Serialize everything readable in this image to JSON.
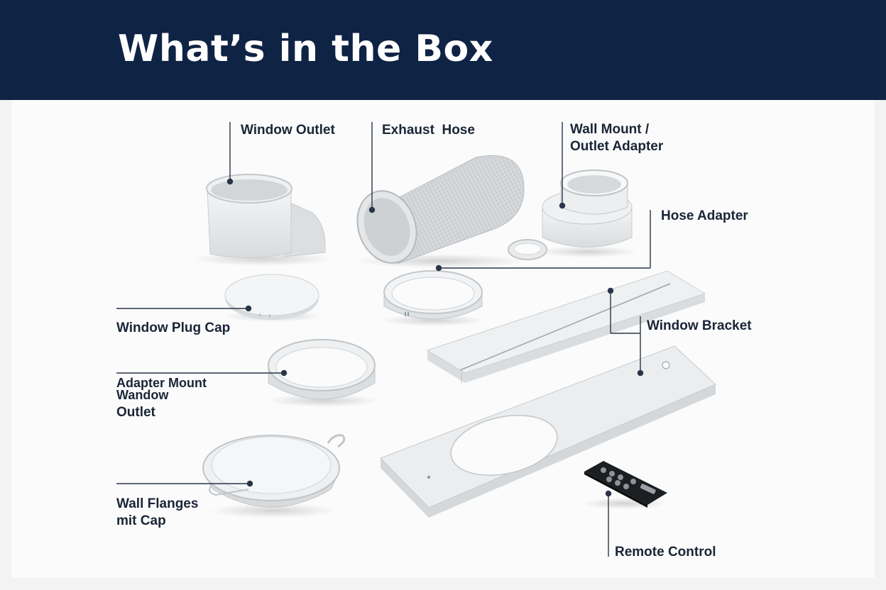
{
  "header": {
    "title": "What’s in the Box"
  },
  "labels": {
    "window_outlet": "Window Outlet",
    "exhaust_hose": "Exhaust  Hose",
    "wall_mount_line1": "Wall Mount /",
    "wall_mount_line2": "Outlet Adapter",
    "hose_adapter": "Hose Adapter",
    "window_plug_cap": "Window Plug Cap",
    "window_bracket": "Window Bracket",
    "adapter_mount_line1": "Adapter Mount",
    "adapter_mount_line2": "Wandow",
    "adapter_mount_line3": "Outlet",
    "wall_flanges_line1": "Wall Flanges",
    "wall_flanges_line2": "mit Cap",
    "remote_control": "Remote Control"
  },
  "colors": {
    "header_bg": "#0f2344",
    "label_text": "#1a2536",
    "leader_line": "#2a3548",
    "part_white": "#e9ebec"
  }
}
